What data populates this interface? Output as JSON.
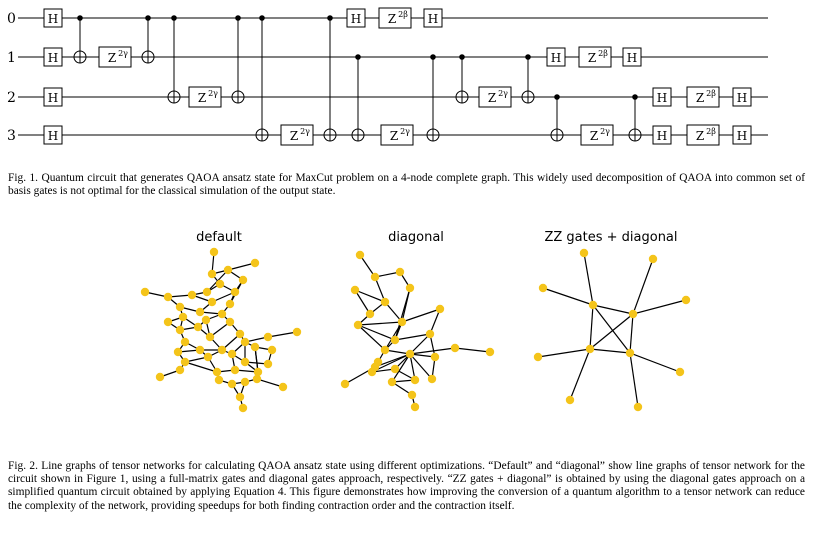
{
  "figure1": {
    "qubit_labels": [
      "0",
      "1",
      "2",
      "3"
    ],
    "h_label": "H",
    "zz_label": "Z",
    "zz_exp": "2γ",
    "mix_label": "Z",
    "mix_exp": "2β",
    "caption": "Fig. 1.  Quantum circuit that generates QAOA ansatz state for MaxCut problem on a 4-node complete graph. This widely used decomposition of QAOA into common set of basis gates is not optimal for the classical simulation of the output state."
  },
  "figure2": {
    "panel_titles": [
      "default",
      "diagonal",
      "ZZ gates + diagonal"
    ],
    "node_color": "#f4c41a",
    "edge_color": "#000000",
    "caption": "Fig. 2.  Line graphs of tensor networks for calculating QAOA ansatz state using different optimizations. “Default” and “diagonal” show line graphs of tensor network for the circuit shown in Figure 1, using a full-matrix gates and diagonal gates approach, respectively. “ZZ gates + diagonal” is obtained by using the diagonal gates approach on a simplified quantum circuit obtained by applying Equation 4. This figure demonstrates how improving the conversion of a quantum algorithm to a tensor network can reduce the complexity of the network, providing speedups for both finding contraction order and the contraction itself."
  }
}
